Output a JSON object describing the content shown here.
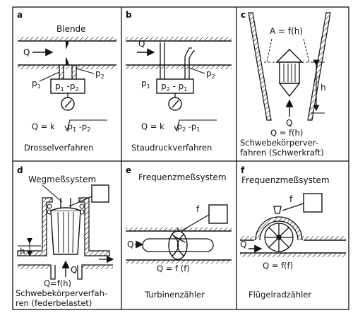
{
  "figure": {
    "panels": [
      {
        "letter": "a",
        "labels": {
          "top": "Blende",
          "flow": "Q",
          "p1": "p",
          "p1_sub": "1",
          "p2": "p",
          "p2_sub": "2",
          "box": "p",
          "box_sub1": "1",
          "box_minus": " -p",
          "box_sub2": "2"
        },
        "formula_lhs": "Q = k",
        "formula_rad": "p",
        "formula_sub1": "1",
        "formula_mid": " -p",
        "formula_sub2": "2",
        "caption": "Drosselverfahren"
      },
      {
        "letter": "b",
        "labels": {
          "flow": "Q",
          "p1": "p",
          "p1_sub": "1",
          "p2": "p",
          "p2_sub": "2",
          "box": "p",
          "box_sub1": "2",
          "box_minus": " - p",
          "box_sub2": "1"
        },
        "formula_lhs": "Q = k",
        "formula_rad": "p",
        "formula_sub1": "2",
        "formula_mid": " -p",
        "formula_sub2": "1",
        "caption": "Staudruckverfahren"
      },
      {
        "letter": "c",
        "labels": {
          "area": "A = f(h)",
          "height": "h",
          "flow": "Q"
        },
        "formula": "Q = f(h)",
        "caption_line1": "Schwebekörperver-",
        "caption_line2": "fahren (Schwerkraft)"
      },
      {
        "letter": "d",
        "labels": {
          "system": "Wegmeßsystem",
          "height": "h",
          "flow": "Q"
        },
        "formula": "Q=f(h)",
        "caption_line1": "Schwebekörperverfah-",
        "caption_line2": "ren  (federbelastet)"
      },
      {
        "letter": "e",
        "labels": {
          "system": "Frequenzmeßsystem",
          "signal": "f",
          "flow": "Q"
        },
        "formula": "Q = f (f)",
        "caption": "Turbinenzähler"
      },
      {
        "letter": "f",
        "labels": {
          "system": "Frequenzmeßsystem",
          "signal": "f",
          "flow": "Q"
        },
        "formula": "Q = f(f)",
        "caption": "Flügelradzähler"
      }
    ]
  }
}
